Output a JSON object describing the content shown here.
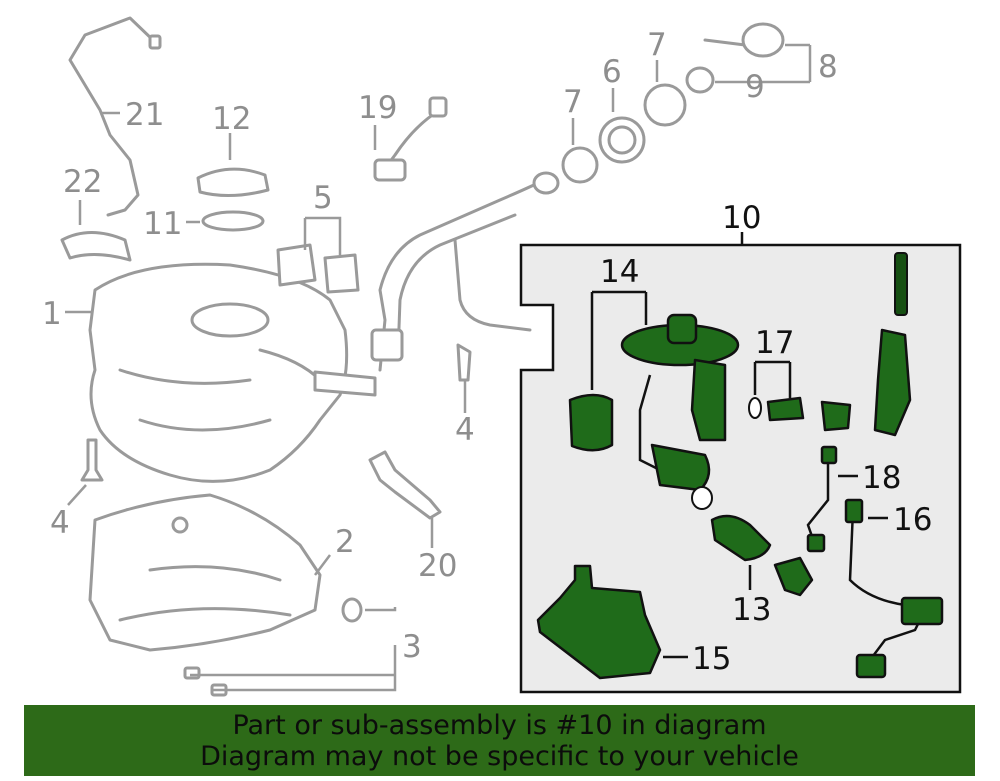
{
  "callouts": {
    "n1": "1",
    "n2": "2",
    "n3": "3",
    "n4a": "4",
    "n4b": "4",
    "n5": "5",
    "n6": "6",
    "n7a": "7",
    "n7b": "7",
    "n8": "8",
    "n9": "9",
    "n10": "10",
    "n11": "11",
    "n12": "12",
    "n13": "13",
    "n14": "14",
    "n15": "15",
    "n16": "16",
    "n17": "17",
    "n18": "18",
    "n19": "19",
    "n20": "20",
    "n21": "21",
    "n22": "22"
  },
  "banner": {
    "line1": "Part or sub-assembly is #10 in diagram",
    "line2": "Diagram may not be specific to your vehicle",
    "background": "#2d6a18"
  },
  "colors": {
    "highlight_green": "#1f6b1a",
    "line_gray": "#9a9a9a",
    "label_gray": "#8e8e8e"
  }
}
